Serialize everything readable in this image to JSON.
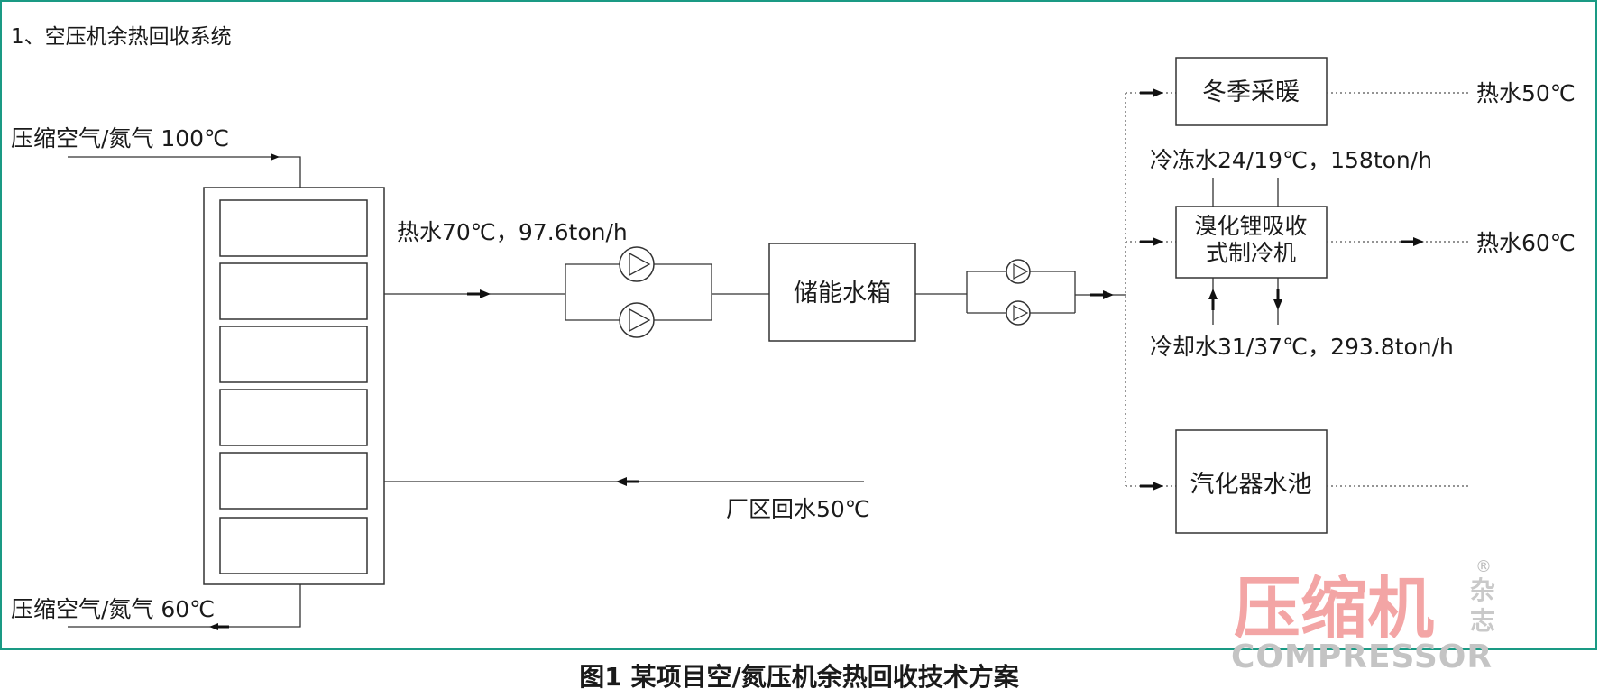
{
  "diagram": {
    "section_title": "1、空压机余热回收系统",
    "caption": "图1 某项目空/氮压机余热回收技术方案",
    "inlet_label": "压缩空气/氮气 100℃",
    "outlet_label": "压缩空气/氮气 60℃",
    "hot_water_supply_label": "热水70℃，97.6ton/h",
    "return_water_label": "厂区回水50℃",
    "storage_tank_label": "储能水箱",
    "heating_label": "冬季采暖",
    "heating_out_label": "热水50℃",
    "chilled_water_label": "冷冻水24/19℃，158ton/h",
    "chiller_label_line1": "溴化锂吸收",
    "chiller_label_line2": "式制冷机",
    "chiller_out_label": "热水60℃",
    "cooling_water_label": "冷却水31/37℃，293.8ton/h",
    "vaporizer_pool_label": "汽化器水池"
  },
  "watermark": {
    "chinese": "压缩机",
    "side_line1": "杂",
    "side_line2": "志",
    "english": "COMPRESSOR",
    "registered": "®"
  },
  "colors": {
    "frame": "#1a9a84",
    "line": "#333333",
    "watermark_red": "#f3a5a5"
  }
}
